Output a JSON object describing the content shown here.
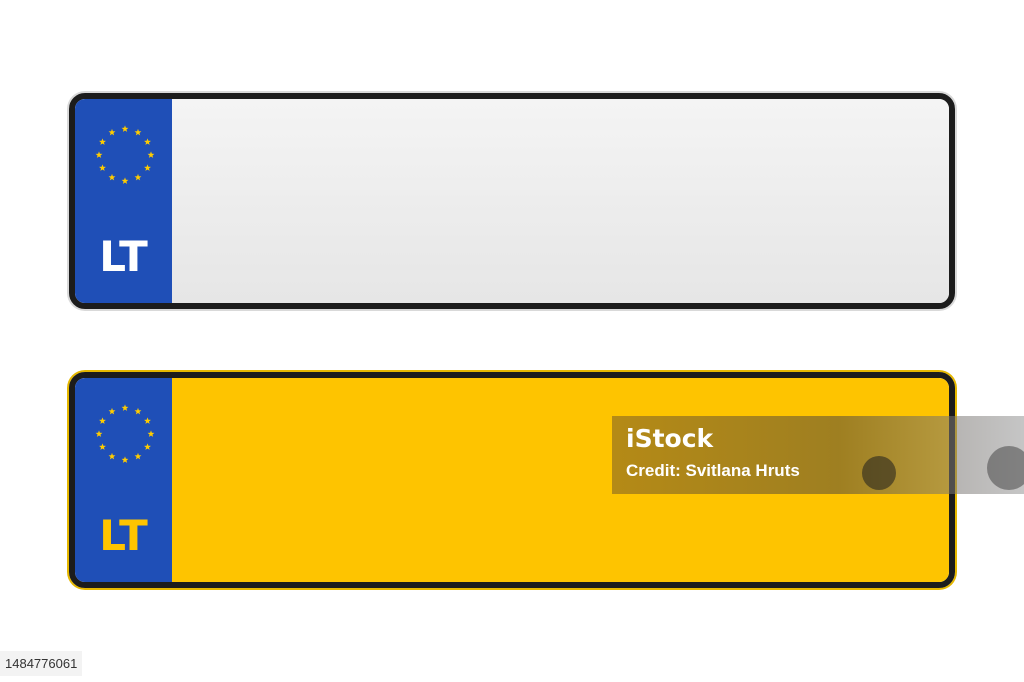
{
  "plates": [
    {
      "country_code": "LT",
      "background": "#e9e9e9",
      "code_color": "#ffffff"
    },
    {
      "country_code": "LT",
      "background": "#fec400",
      "code_color": "#fec400"
    }
  ],
  "eu_strip": {
    "color": "#1f4fb7",
    "star_color": "#ffcc00",
    "star_count": 12
  },
  "watermark": {
    "logo": "iStock",
    "credit": "Credit: Svitlana Hruts"
  },
  "stock_id": "1484776061"
}
